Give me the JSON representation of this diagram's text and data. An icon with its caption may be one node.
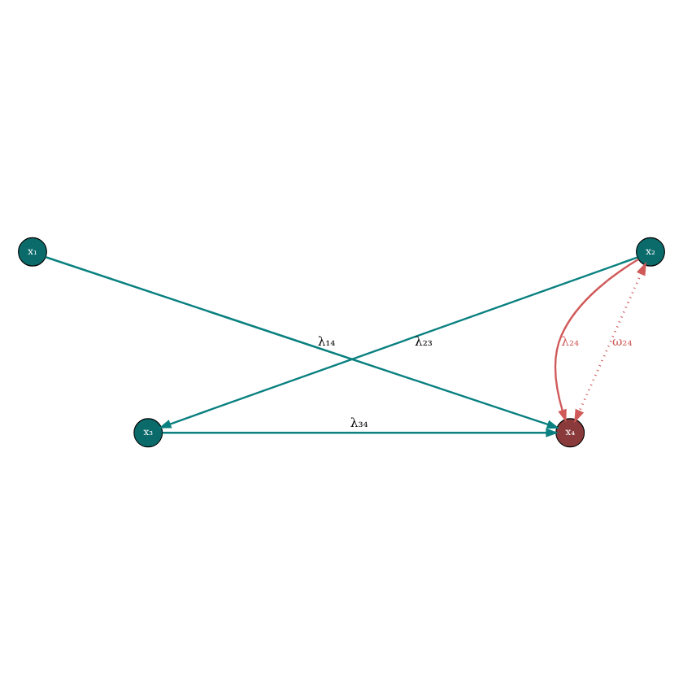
{
  "diagram": {
    "nodes": [
      {
        "text": [
          "x₁"
        ]
      },
      {
        "text": [
          "x₂"
        ]
      },
      {
        "text": [
          "x₃"
        ]
      },
      {
        "text": [
          "x₄"
        ]
      }
    ],
    "edges": [
      {
        "from": 0,
        "to": 3,
        "arrow": "to",
        "label": "λ₁₄"
      },
      {
        "from": 1,
        "to": 2,
        "arrow": "to",
        "label": "λ₂₃"
      },
      {
        "from": 1,
        "to": 3,
        "arrow": "to",
        "label": "λ₂₄",
        "color": "#d05a5a"
      },
      {
        "from": 2,
        "to": 3,
        "arrow": "to",
        "label": "λ₃₄"
      },
      {
        "from": 1,
        "to": 3,
        "arrow": "both",
        "label": "ω₂₄",
        "style": "dashed",
        "color": "#d05a5a"
      }
    ]
  }
}
